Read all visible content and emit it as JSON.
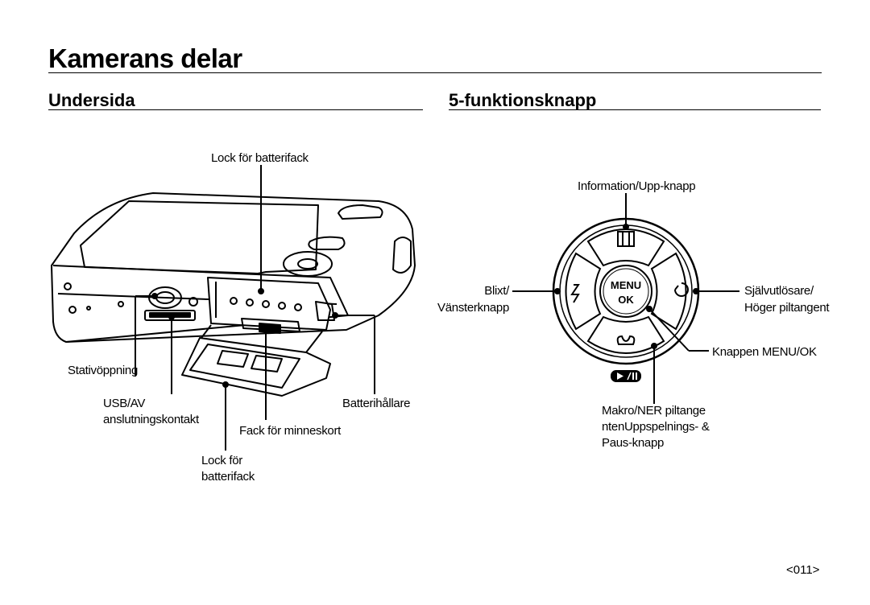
{
  "page": {
    "title": "Kamerans delar",
    "page_number": "<011>"
  },
  "bottom_section": {
    "heading": "Undersida",
    "labels": {
      "battery_cover_top": "Lock för batterifack",
      "tripod": "Stativöppning",
      "usb_line1": "USB/AV",
      "usb_line2": "anslutningskontakt",
      "battery_holder": "Batterihållare",
      "memory_card": "Fack för minneskort",
      "battery_cover_bottom_line1": "Lock för",
      "battery_cover_bottom_line2": "batterifack"
    }
  },
  "button_section": {
    "heading": "5-funktionsknapp",
    "labels": {
      "up": "Information/Upp-knapp",
      "left_line1": "Blixt/",
      "left_line2": "Vänsterknapp",
      "right_line1": "Självutlösare/",
      "right_line2": "Höger piltangent",
      "menu_ok": "Knappen MENU/OK",
      "down_line1": "Makro/NER piltange",
      "down_line2": "ntenUppspelnings- &",
      "down_line3": "Paus-knapp"
    },
    "button_glyphs": {
      "menu": "MENU",
      "ok": "OK"
    }
  }
}
